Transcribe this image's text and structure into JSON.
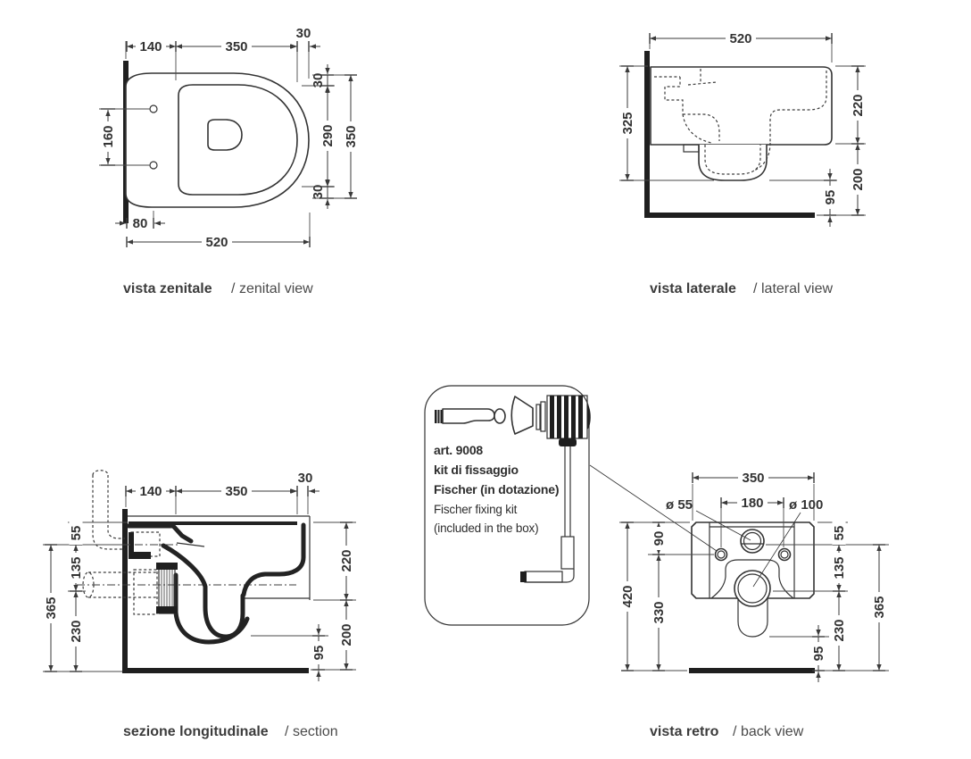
{
  "colors": {
    "ink": "#333333",
    "bar": "#1f1f1f",
    "background": "#ffffff"
  },
  "captions": {
    "zenital": {
      "it": "vista zenitale",
      "sep": "/",
      "en": "zenital view"
    },
    "lateral": {
      "it": "vista laterale",
      "sep": "/",
      "en": "lateral view"
    },
    "section": {
      "it": "sezione longitudinale",
      "sep": "/",
      "en": "section"
    },
    "back": {
      "it": "vista retro",
      "sep": "/",
      "en": "back view"
    }
  },
  "zenital": {
    "d140": "140",
    "d350_top": "350",
    "d30_top": "30",
    "d160": "160",
    "d80": "80",
    "d520": "520",
    "d30_r_top": "30",
    "d290": "290",
    "d30_r_bot": "30",
    "d350_r": "350"
  },
  "lateral": {
    "d520": "520",
    "d325": "325",
    "d220": "220",
    "d200": "200",
    "d95": "95"
  },
  "section": {
    "d140": "140",
    "d350": "350",
    "d30": "30",
    "d55": "55",
    "d135": "135",
    "d365": "365",
    "d230": "230",
    "d220": "220",
    "d200": "200",
    "d95": "95"
  },
  "back": {
    "d350": "350",
    "d180": "180",
    "dia55": "ø 55",
    "dia100": "ø 100",
    "d90": "90",
    "d420": "420",
    "d330": "330",
    "d55": "55",
    "d135": "135",
    "d230": "230",
    "d365": "365",
    "d95": "95"
  },
  "detail_box": {
    "art": "art. 9008",
    "kit_it": "kit di fissaggio",
    "brand_it": "Fischer (in dotazione)",
    "kit_en": "Fischer fixing kit",
    "included_en": "(included in the box)"
  }
}
